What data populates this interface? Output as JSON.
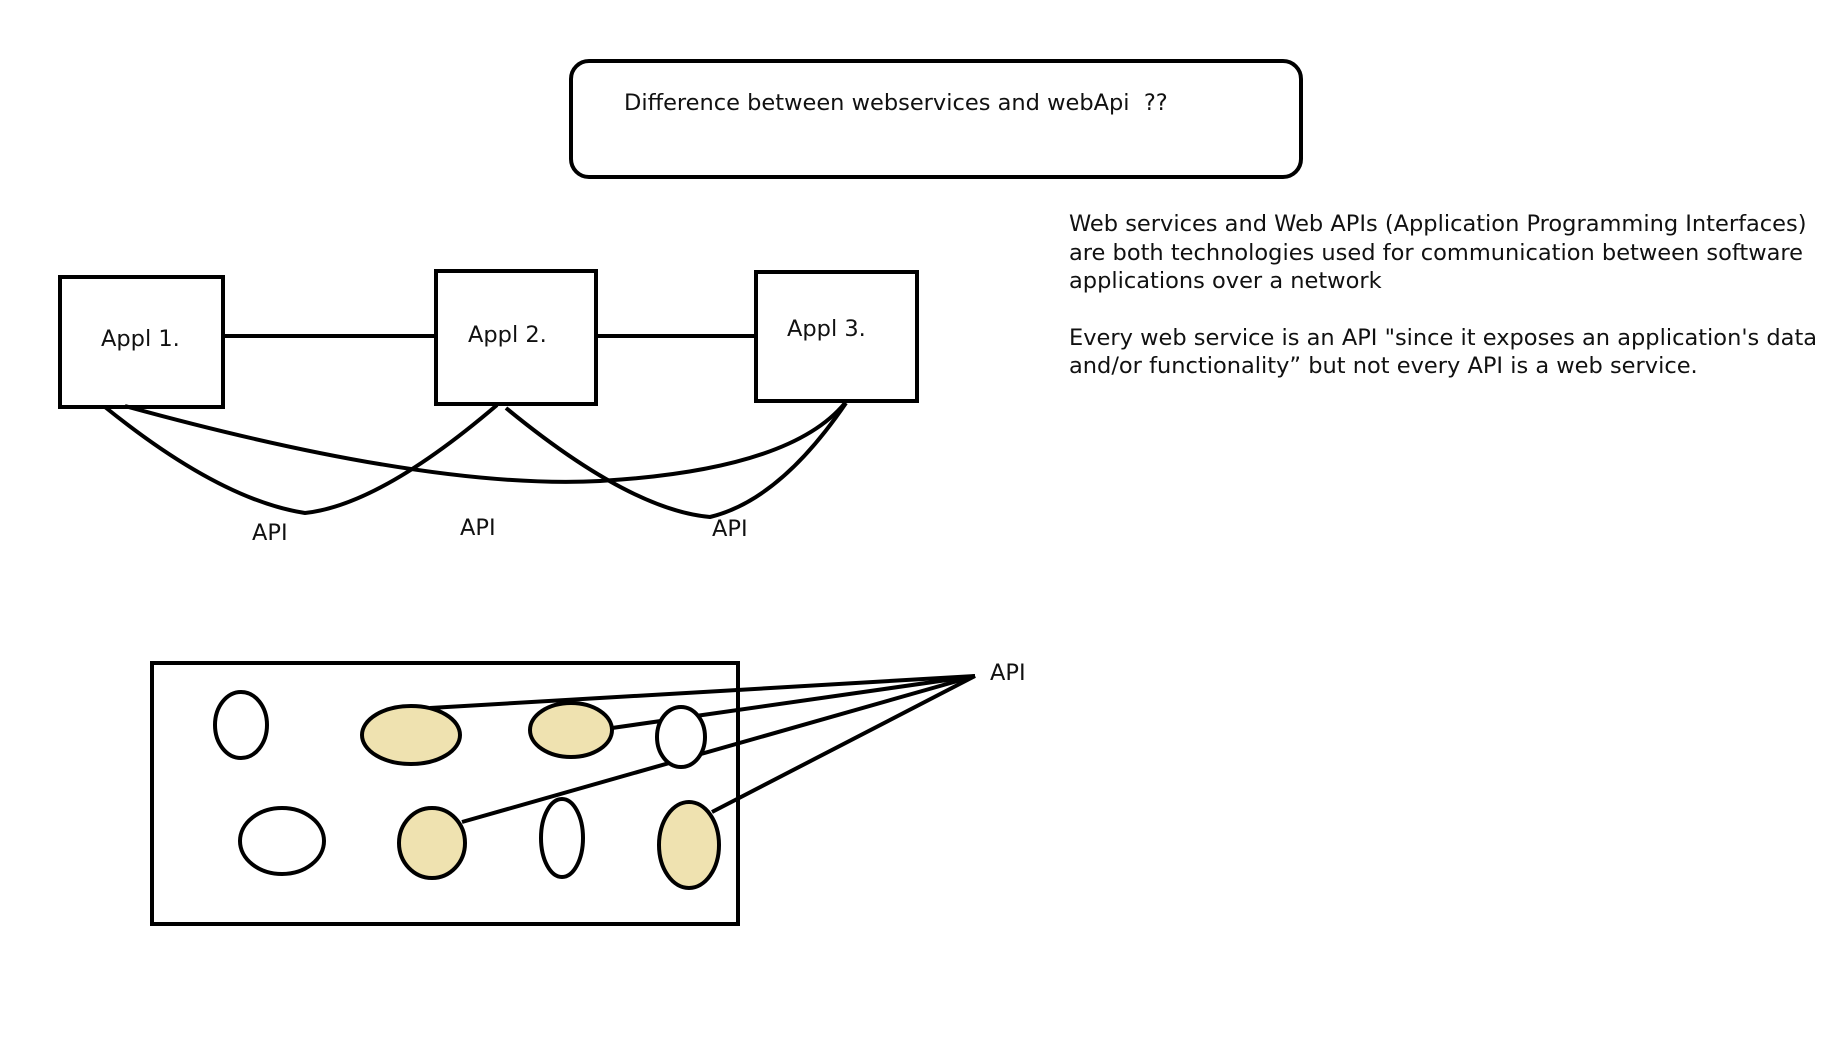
{
  "title": "Difference between webservices and webApi  ??",
  "apps": [
    {
      "label": "Appl 1."
    },
    {
      "label": "Appl 2."
    },
    {
      "label": "Appl 3."
    }
  ],
  "api_labels": [
    "API",
    "API",
    "API"
  ],
  "bottom_api_label": "API",
  "description": {
    "paragraph1": "Web services and Web APIs (Application Programming Interfaces) are both technologies used for communication between software applications over a network",
    "paragraph2": "Every web service is an API \"since it exposes an application's data and/or functionality” but not every API is a web service."
  },
  "colors": {
    "stroke": "#000000",
    "exposed_fill": "#efe2b0",
    "background": "#ffffff"
  }
}
